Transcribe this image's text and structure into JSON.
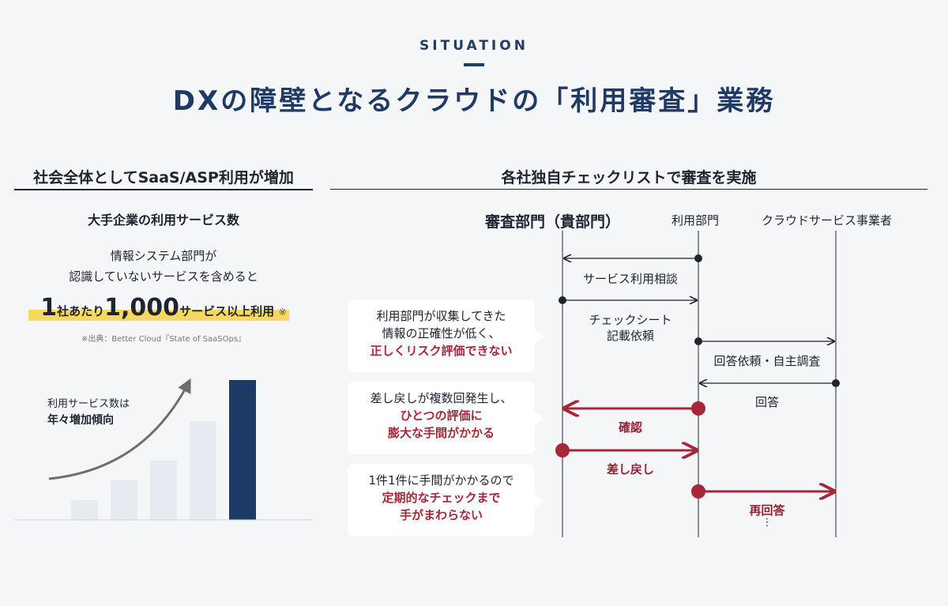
{
  "header": {
    "eyebrow": "SITUATION",
    "title": "DXの障壁となるクラウドの「利用審査」業務"
  },
  "left": {
    "heading": "社会全体としてSaaS/ASP利用が増加",
    "chart_title": "大手企業の利用サービス数",
    "desc_line1": "情報システム部門が",
    "desc_line2": "認識していないサービスを含めると",
    "stat_num1": "1",
    "stat_text1": "社あたり",
    "stat_num2": "1,000",
    "stat_text2": "サービス以上利用",
    "stat_note": "※",
    "source": "※出典：Better Cloud『State of SaaSOps』",
    "trend_line1": "利用サービス数は",
    "trend_line2": "年々増加傾向"
  },
  "chart_data": {
    "type": "bar",
    "categories": [
      "",
      "",
      "",
      "",
      ""
    ],
    "values": [
      25,
      50,
      75,
      125,
      177
    ],
    "colors": [
      "#e6ebf2",
      "#e6ebf2",
      "#e6ebf2",
      "#e6ebf2",
      "#1b3a64"
    ],
    "ylim": [
      0,
      180
    ],
    "grid": false
  },
  "right": {
    "heading": "各社独自チェックリストで審査を実施",
    "columns": {
      "dept": "審査部門（貴部門）",
      "user": "利用部門",
      "vendor": "クラウドサービス事業者"
    },
    "boxes": [
      {
        "line1": "利用部門が収集してきた",
        "line2": "情報の正確性が低く、",
        "line3": "正しくリスク評価できない"
      },
      {
        "line1": "差し戻しが複数回発生し、",
        "line2": "ひとつの評価に",
        "line3": "膨大な手間がかかる"
      },
      {
        "line1": "1件1件に手間がかかるので",
        "line2": "定期的なチェックまで",
        "line3": "手がまわらない"
      }
    ],
    "messages": [
      {
        "label": "サービス利用相談"
      },
      {
        "label": "チェックシート"
      },
      {
        "label": "記載依頼"
      },
      {
        "label": "回答依頼・自主調査"
      },
      {
        "label": "回答"
      },
      {
        "label": "確認"
      },
      {
        "label": "差し戻し"
      },
      {
        "label": "再回答"
      },
      {
        "label": "⋮"
      }
    ],
    "colors": {
      "red": "#a4283a",
      "black": "#1f2430"
    }
  }
}
